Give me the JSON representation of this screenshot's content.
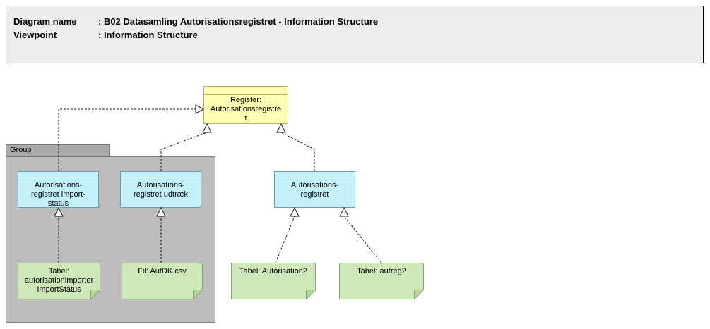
{
  "header": {
    "rows": [
      {
        "label": "Diagram name",
        "value": ": B02 Datasamling Autorisationsregistret - Information Structure"
      },
      {
        "label": "Viewpoint",
        "value": ": Information Structure"
      }
    ]
  },
  "group_label": "Group",
  "nodes": {
    "register": {
      "text": "Register:\nAutorisationsregistre\nt"
    },
    "import_status": {
      "text": "Autorisations-\nregistret import-\nstatus"
    },
    "udtraek": {
      "text": "Autorisations-\nregistret udtræk"
    },
    "autorisationsregistret": {
      "text": "Autorisations-\nregistret"
    },
    "tabel_importstatus": {
      "text": "Tabel:\nautorisationimporter\nImportStatus"
    },
    "fil_autdk": {
      "text": "Fil: AutDK.csv"
    },
    "tabel_autorisation2": {
      "text": "Tabel: Autorisation2"
    },
    "tabel_autreg2": {
      "text": "Tabel: autreg2"
    }
  },
  "relationships": [
    {
      "from": "Autorisations-registret import-status",
      "to": "Register: Autorisationsregistret",
      "type": "realization"
    },
    {
      "from": "Autorisations-registret udtræk",
      "to": "Register: Autorisationsregistret",
      "type": "realization"
    },
    {
      "from": "Autorisations-registret",
      "to": "Register: Autorisationsregistret",
      "type": "realization"
    },
    {
      "from": "Tabel: autorisationimporterImportStatus",
      "to": "Autorisations-registret import-status",
      "type": "realization"
    },
    {
      "from": "Fil: AutDK.csv",
      "to": "Autorisations-registret udtræk",
      "type": "realization"
    },
    {
      "from": "Tabel: Autorisation2",
      "to": "Autorisations-registret",
      "type": "realization"
    },
    {
      "from": "Tabel: autreg2",
      "to": "Autorisations-registret",
      "type": "realization"
    }
  ],
  "colors": {
    "object_yellow": "#ffffb3",
    "object_cyan": "#c3f0f9",
    "note_green": "#cfe8ba",
    "group_gray": "#bdbdbd",
    "header_gray": "#ececec"
  }
}
